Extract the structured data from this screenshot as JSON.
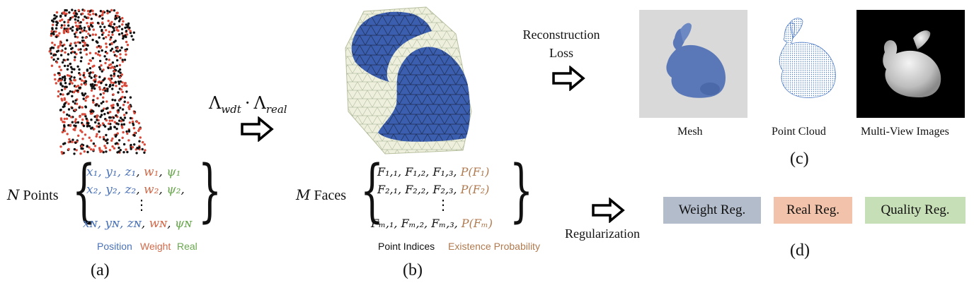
{
  "colors": {
    "position": "#4a72b8",
    "weight": "#d26a4a",
    "real": "#6aa84f",
    "probability": "#b07a4f",
    "weight_reg_bg": "#b3bccb",
    "real_reg_bg": "#f2c3aa",
    "quality_reg_bg": "#c7dfb6",
    "mesh_blue": "#3b5fae"
  },
  "panel_a": {
    "caption": "(a)",
    "n": "N",
    "points_word": "Points",
    "rows": [
      {
        "x": "x₁",
        "y": "y₁",
        "z": "z₁",
        "w": "w₁",
        "psi": "ψ₁"
      },
      {
        "x": "x₂",
        "y": "y₂",
        "z": "z₂",
        "w": "w₂",
        "psi": "ψ₂"
      },
      {
        "x": "xɴ",
        "y": "yɴ",
        "z": "zɴ",
        "w": "wɴ",
        "psi": "ψɴ"
      }
    ],
    "vdots": "⋮",
    "legend": {
      "position": "Position",
      "weight": "Weight",
      "real": "Real"
    }
  },
  "arrow_label": "Λ",
  "arrow_sub1": "wdt",
  "arrow_dot": "·",
  "arrow_sub2": "real",
  "panel_b": {
    "caption": "(b)",
    "m": "M",
    "faces_word": "Faces",
    "rows": [
      {
        "f1": "F₁,₁",
        "f2": "F₁,₂",
        "f3": "F₁,₃",
        "p": "P(F₁)"
      },
      {
        "f1": "F₂,₁",
        "f2": "F₂,₂",
        "f3": "F₂,₃",
        "p": "P(F₂)"
      },
      {
        "f1": "Fₘ,₁",
        "f2": "Fₘ,₂",
        "f3": "Fₘ,₃",
        "p": "P(Fₘ)"
      }
    ],
    "vdots": "⋮",
    "legend": {
      "indices": "Point Indices",
      "probability": "Existence Probability"
    }
  },
  "panel_c": {
    "caption": "(c)",
    "loss_line1": "Reconstruction",
    "loss_line2": "Loss",
    "labels": {
      "mesh": "Mesh",
      "point_cloud": "Point Cloud",
      "multi_view": "Multi-View Images"
    }
  },
  "panel_d": {
    "caption": "(d)",
    "label": "Regularization",
    "boxes": {
      "weight": "Weight Reg.",
      "real": "Real Reg.",
      "quality": "Quality Reg."
    }
  }
}
